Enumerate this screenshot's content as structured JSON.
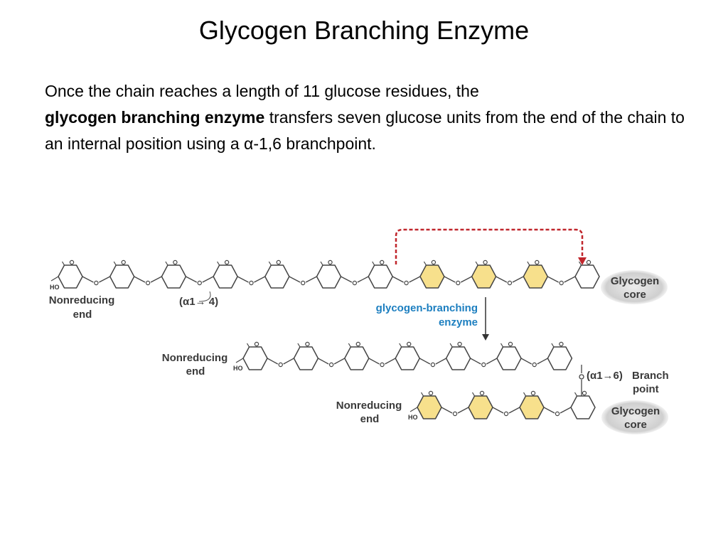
{
  "title": "Glycogen Branching Enzyme",
  "body": {
    "part1": "Once the chain reaches a length of 11 glucose residues, the",
    "bold": "glycogen branching enzyme",
    "part2": "transfers seven glucose units from the end of the chain to an internal position using a α-1,6 branchpoint."
  },
  "diagram": {
    "top_chain": {
      "end_atom": "HO",
      "nonreducing_line1": "Nonreducing",
      "nonreducing_line2": "end",
      "linkage": "(α1→ 4)",
      "core_line1": "Glycogen",
      "core_line2": "core",
      "residues": 11,
      "highlighted_residues": [
        8,
        9,
        10
      ]
    },
    "enzyme_line1": "glycogen-branching",
    "enzyme_line2": "enzyme",
    "middle_chain": {
      "end_atom": "HO",
      "nonreducing_line1": "Nonreducing",
      "nonreducing_line2": "end",
      "residues": 7
    },
    "branch": {
      "linkage": "(α1→6)",
      "label_line1": "Branch",
      "label_line2": "point"
    },
    "bottom_chain": {
      "end_atom": "HO",
      "nonreducing_line1": "Nonreducing",
      "nonreducing_line2": "end",
      "core_line1": "Glycogen",
      "core_line2": "core",
      "residues": 4,
      "highlighted_residues": [
        1,
        2,
        3
      ]
    },
    "colors": {
      "ring_stroke": "#444444",
      "highlight_fill": "#f7e08c",
      "transfer_arrow": "#c0262c",
      "enzyme_text": "#1d7fc0",
      "core_fill": "#cfcfcf"
    }
  }
}
